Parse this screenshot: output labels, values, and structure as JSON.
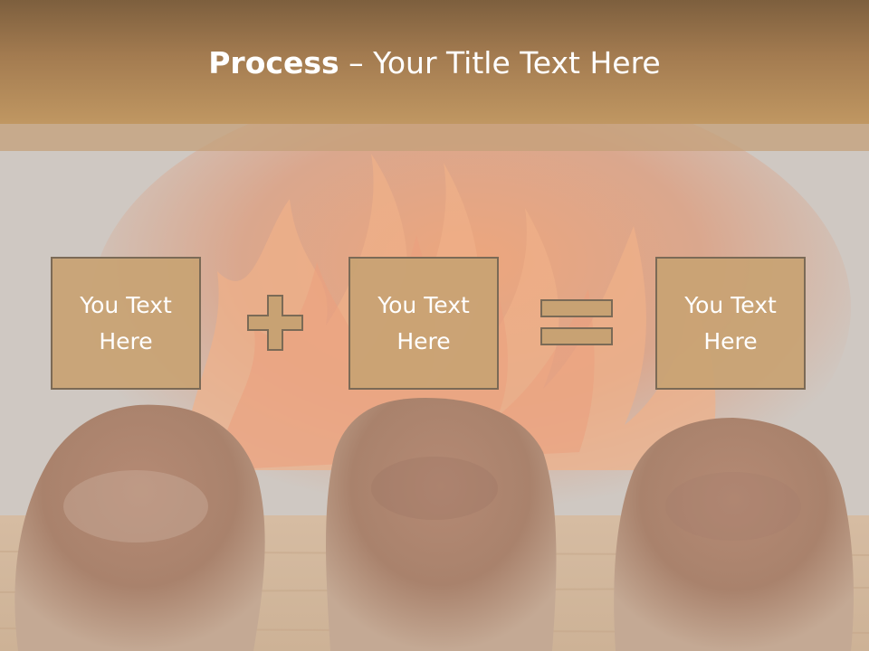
{
  "slide": {
    "title_bold": "Process",
    "title_rest": " – Your Title Text Here",
    "boxes": [
      {
        "label": "You Text Here"
      },
      {
        "label": "You Text Here"
      },
      {
        "label": "You Text Here"
      }
    ],
    "operators": [
      "plus-icon",
      "equals-icon"
    ],
    "colors": {
      "header": "#a37b50",
      "box_fill": "#c8a273",
      "box_border": "#7b6a56",
      "text": "#ffffff"
    }
  }
}
